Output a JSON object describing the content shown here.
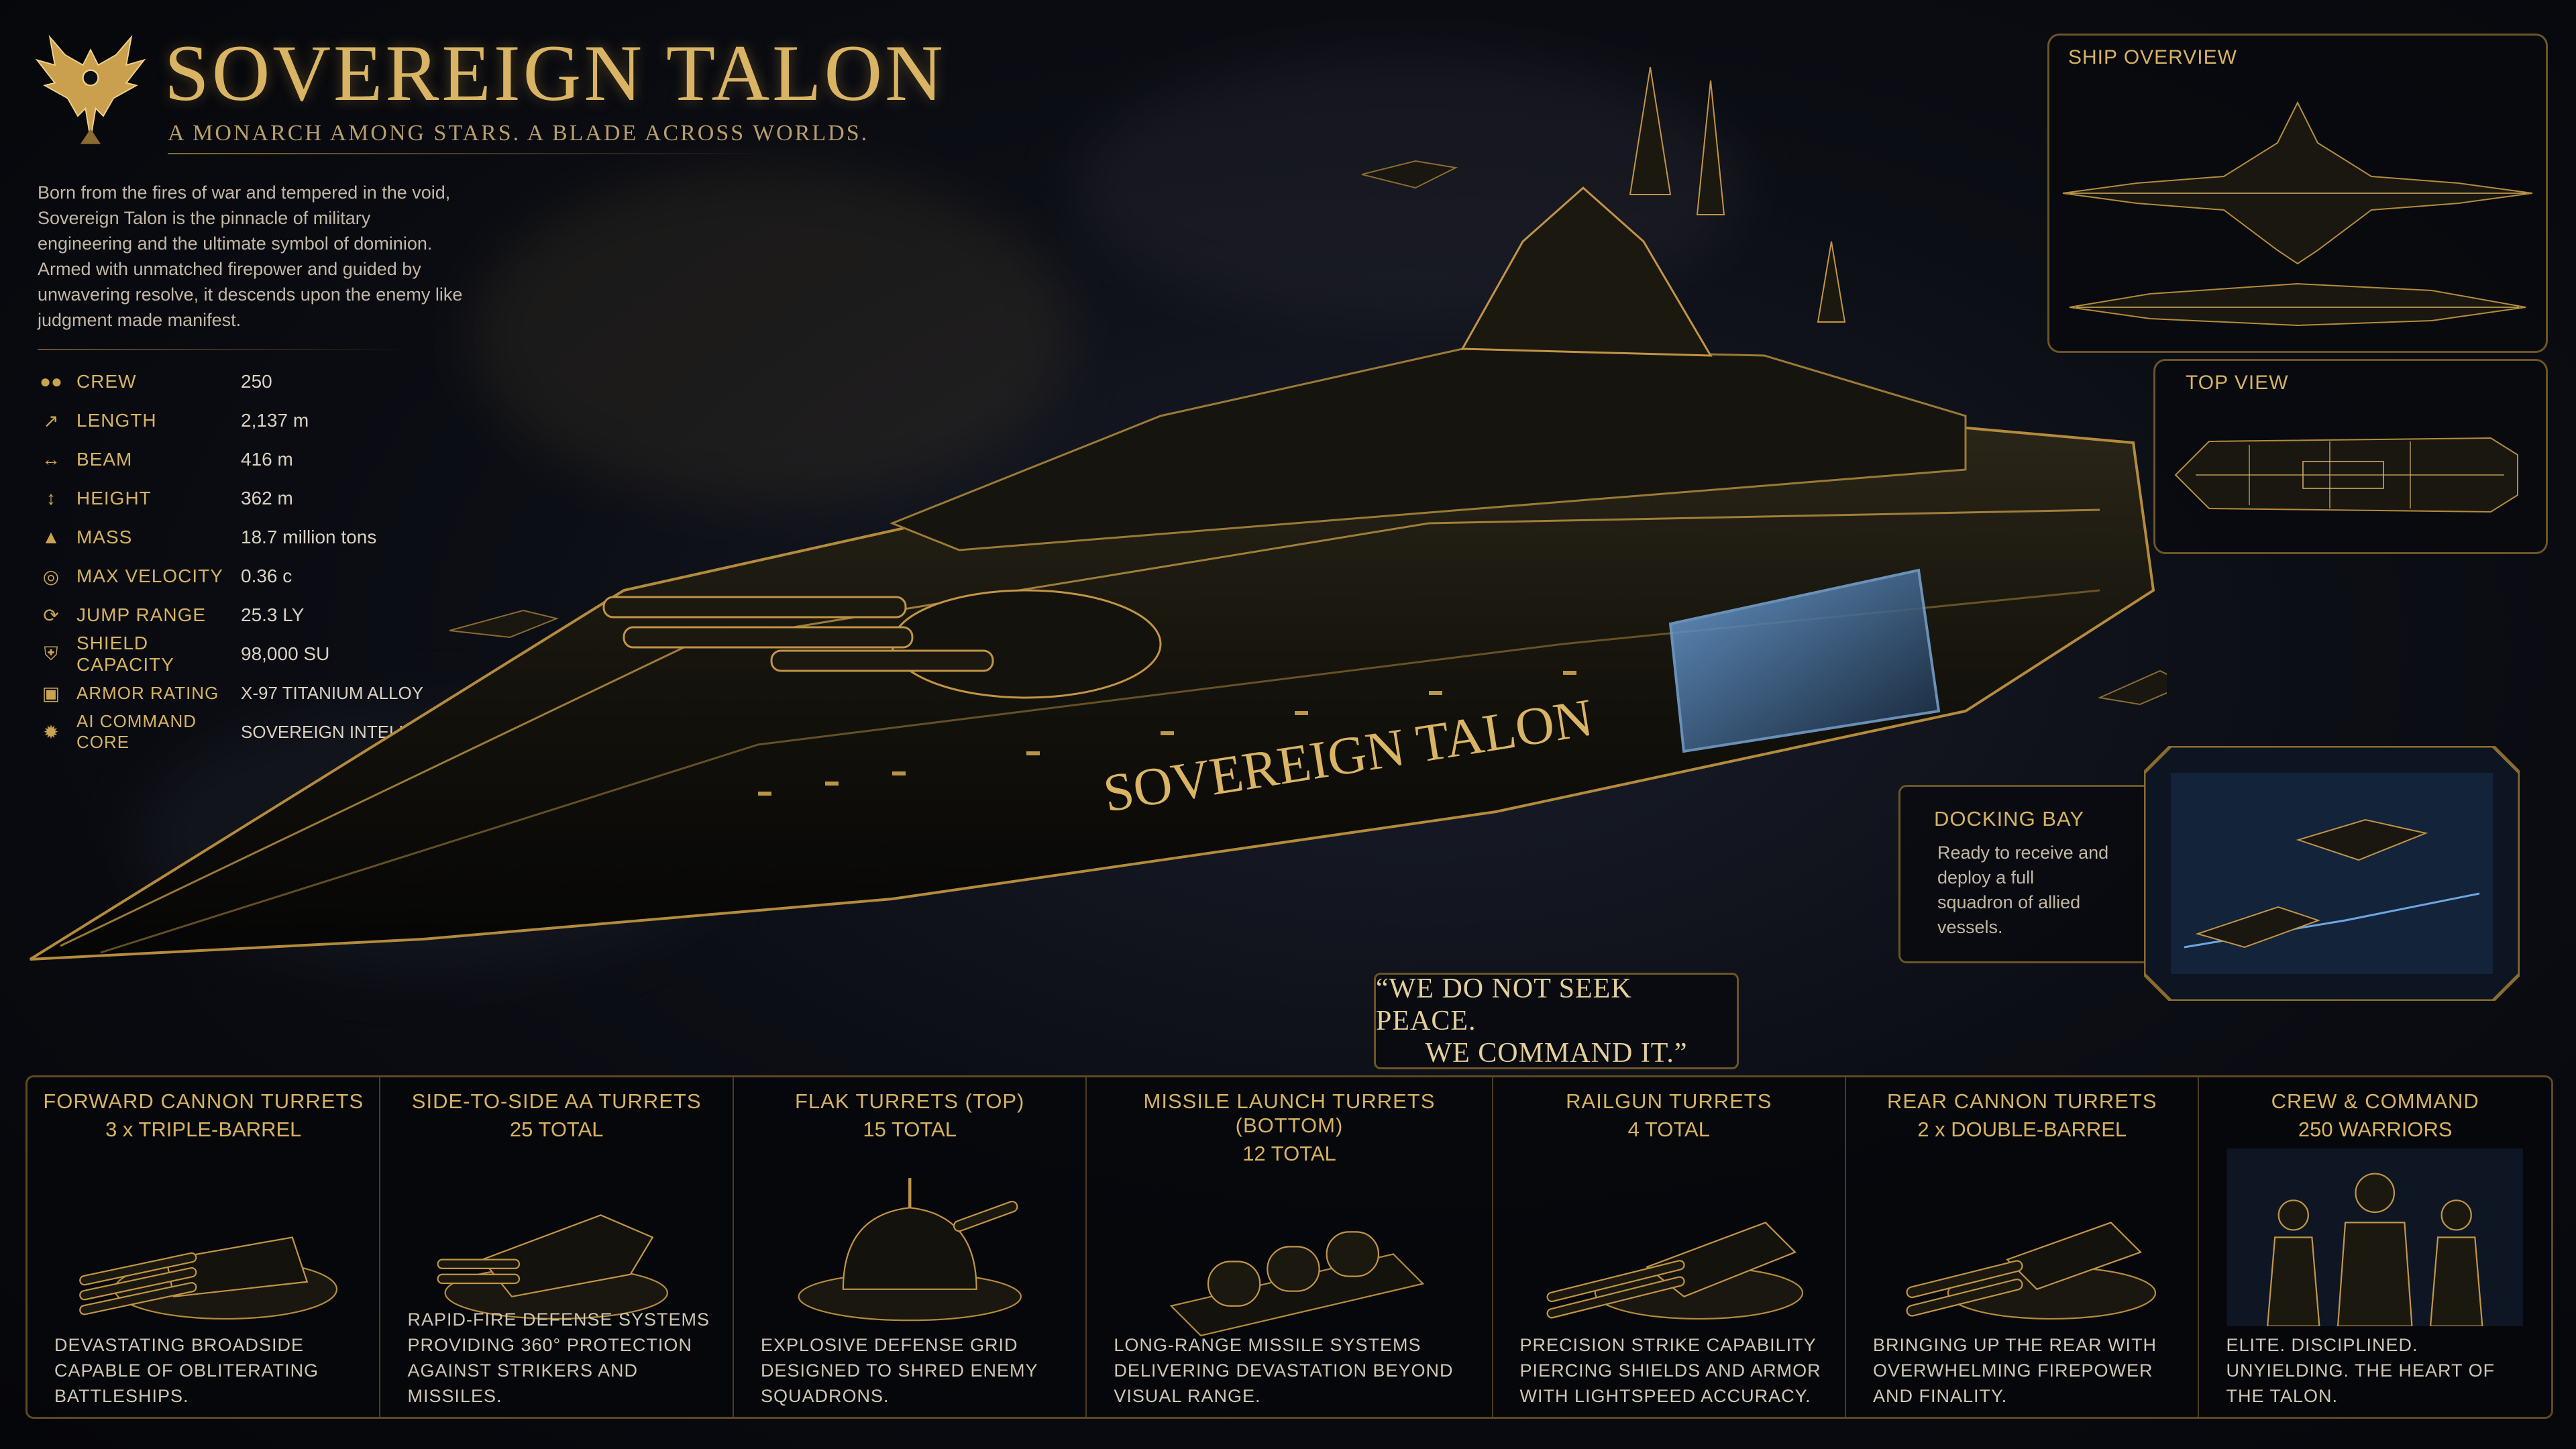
{
  "header": {
    "title": "SOVEREIGN TALON",
    "subtitle": "A MONARCH AMONG STARS. A BLADE ACROSS WORLDS.",
    "intro": "Born from the fires of war and tempered in the void, Sovereign Talon is the pinnacle of military engineering and the ultimate symbol of dominion. Armed with unmatched firepower and guided by unwavering resolve, it descends upon the enemy like judgment made manifest."
  },
  "specs": [
    {
      "icon": "crew-icon",
      "label": "CREW",
      "value": "250"
    },
    {
      "icon": "length-icon",
      "label": "LENGTH",
      "value": "2,137 m"
    },
    {
      "icon": "beam-icon",
      "label": "BEAM",
      "value": "416 m"
    },
    {
      "icon": "height-icon",
      "label": "HEIGHT",
      "value": "362 m"
    },
    {
      "icon": "mass-icon",
      "label": "MASS",
      "value": "18.7 million tons"
    },
    {
      "icon": "velocity-icon",
      "label": "MAX VELOCITY",
      "value": "0.36 c"
    },
    {
      "icon": "jump-icon",
      "label": "JUMP RANGE",
      "value": "25.3 LY"
    },
    {
      "icon": "shield-icon",
      "label": "SHIELD CAPACITY",
      "value": "98,000 SU"
    },
    {
      "icon": "armor-icon",
      "label": "ARMOR RATING",
      "value": "X-97 TITANIUM ALLOY"
    },
    {
      "icon": "ai-core-icon",
      "label": "AI COMMAND CORE",
      "value": "SOVEREIGN INTELLIGENCE MATRIX"
    }
  ],
  "hull_nameplate": "SOVEREIGN TALON",
  "views": {
    "ship_overview": "SHIP OVERVIEW",
    "top_view": "TOP VIEW"
  },
  "docking": {
    "title": "DOCKING BAY",
    "text": "Ready to receive and deploy a full squadron of allied vessels."
  },
  "quote": {
    "line1": "“WE DO NOT SEEK PEACE.",
    "line2": "WE COMMAND IT.”"
  },
  "cards": [
    {
      "title": "FORWARD CANNON TURRETS",
      "sub": "3 x TRIPLE-BARREL",
      "desc": "DEVASTATING BROADSIDE CAPABLE OF OBLITERATING BATTLESHIPS."
    },
    {
      "title": "SIDE-TO-SIDE AA TURRETS",
      "sub": "25 TOTAL",
      "desc": "RAPID-FIRE DEFENSE SYSTEMS PROVIDING 360° PROTECTION AGAINST STRIKERS AND MISSILES."
    },
    {
      "title": "FLAK TURRETS (TOP)",
      "sub": "15 TOTAL",
      "desc": "EXPLOSIVE DEFENSE GRID DESIGNED TO SHRED ENEMY SQUADRONS."
    },
    {
      "title": "MISSILE LAUNCH TURRETS (BOTTOM)",
      "sub": "12 TOTAL",
      "desc": "LONG-RANGE MISSILE SYSTEMS DELIVERING DEVASTATION BEYOND VISUAL RANGE."
    },
    {
      "title": "RAILGUN TURRETS",
      "sub": "4 TOTAL",
      "desc": "PRECISION STRIKE CAPABILITY PIERCING SHIELDS AND ARMOR WITH LIGHTSPEED ACCURACY."
    },
    {
      "title": "REAR CANNON TURRETS",
      "sub": "2 x DOUBLE-BARREL",
      "desc": "BRINGING UP THE REAR WITH OVERWHELMING FIREPOWER AND FINALITY."
    },
    {
      "title": "CREW & COMMAND",
      "sub": "250 WARRIORS",
      "desc": "ELITE. DISCIPLINED. UNYIELDING. THE HEART OF THE TALON."
    }
  ]
}
